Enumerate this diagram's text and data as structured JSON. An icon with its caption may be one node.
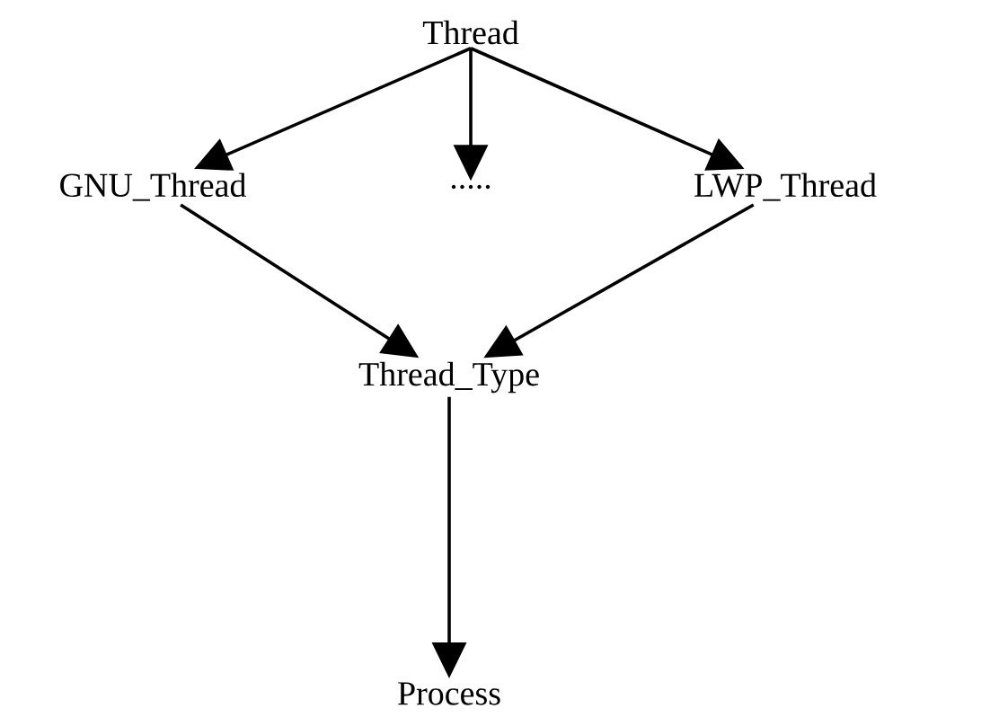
{
  "diagram": {
    "nodes": [
      {
        "text": [
          "Thread"
        ]
      },
      {
        "text": [
          "GNU_Thread"
        ]
      },
      {
        "text": [
          "....."
        ]
      },
      {
        "text": [
          "LWP_Thread"
        ]
      },
      {
        "text": [
          "Thread_Type"
        ]
      },
      {
        "text": [
          "Process"
        ]
      }
    ],
    "edges": [
      {
        "from": 0,
        "to": 1,
        "arrow": "to"
      },
      {
        "from": 0,
        "to": 2,
        "arrow": "to"
      },
      {
        "from": 0,
        "to": 3,
        "arrow": "to"
      },
      {
        "from": 1,
        "to": 4,
        "arrow": "to"
      },
      {
        "from": 3,
        "to": 4,
        "arrow": "to"
      },
      {
        "from": 4,
        "to": 5,
        "arrow": "to"
      }
    ]
  }
}
